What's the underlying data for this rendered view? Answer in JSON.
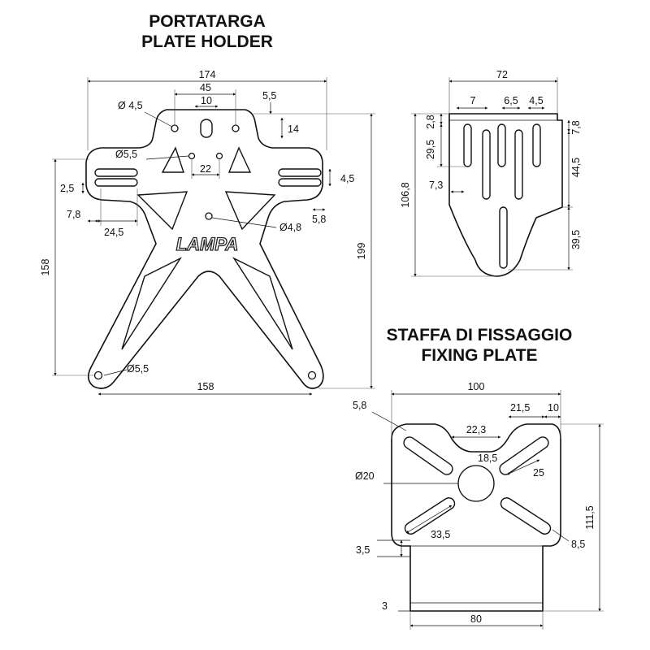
{
  "headings": {
    "plate_holder_it": "PORTATARGA",
    "plate_holder_en": "PLATE HOLDER",
    "fixing_plate_it": "STAFFA DI FISSAGGIO",
    "fixing_plate_en": "FIXING PLATE"
  },
  "logo": "LAMPA",
  "plate_holder_dims": {
    "overall_width": "174",
    "hole_spacing": "45",
    "slot_width": "10",
    "top_offset": "5,5",
    "hole_top": "Ø 4,5",
    "slot_height": "14",
    "hole_side": "Ø5,5",
    "center_gap": "22",
    "slot_right_height": "4,5",
    "slot_left_height": "2,5",
    "slot_left_offset": "7,8",
    "slot_left_length": "24,5",
    "slot_right_offset": "5,8",
    "hole_center": "Ø4,8",
    "left_height": "158",
    "total_height": "199",
    "bottom_hole": "Ø5,5",
    "bottom_width": "158"
  },
  "bracket_dims": {
    "width": "72",
    "slot_gap_1": "7",
    "slot_gap_2": "6,5",
    "slot_gap_3": "4,5",
    "top_left_small": "2,8",
    "top_right_small": "7,8",
    "slot_height": "29,5",
    "total_height": "106,8",
    "slot_offset": "7,3",
    "right_upper": "44,5",
    "right_lower": "39,5"
  },
  "fixing_plate_dims": {
    "width": "100",
    "corner_offset": "5,8",
    "right_offset": "21,5",
    "right_edge": "10",
    "center_width": "22,3",
    "center_offset": "18,5",
    "center_hole": "Ø20",
    "slot_length_upper": "25",
    "slot_length_lower": "33,5",
    "slot_width": "8,5",
    "total_height": "111,5",
    "tab_height": "3,5",
    "tab_thickness": "3",
    "bottom_width": "80"
  }
}
